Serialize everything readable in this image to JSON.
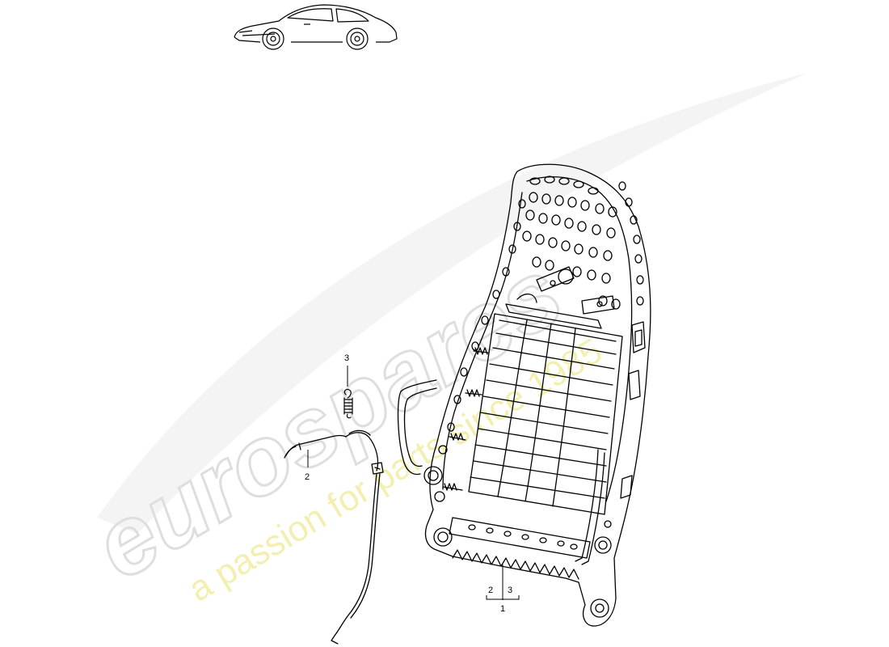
{
  "watermark": {
    "brand": "eurospares",
    "tagline": "a passion for parts since 1985",
    "brand_color": "#e9e9e9",
    "tagline_color": "#f3f0a8"
  },
  "callouts": {
    "part3_top": "3",
    "part2_left": "2",
    "group_label_a": "2",
    "group_label_b": "3",
    "group_label_main": "1"
  },
  "icons": {
    "car": "car-silhouette-icon",
    "seat_frame": "seat-backrest-frame-icon",
    "cable": "release-cable-icon",
    "spring": "spring-icon"
  },
  "colors": {
    "line": "#000000",
    "background": "#ffffff"
  }
}
